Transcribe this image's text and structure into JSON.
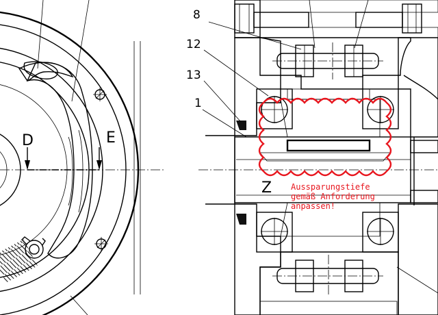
{
  "drawing": {
    "part_labels": {
      "label_8": "8",
      "label_12": "12",
      "label_13": "13",
      "label_1": "1"
    },
    "section_marks": {
      "d": "D",
      "e": "E",
      "z": "Z"
    },
    "markup_note": {
      "line1": "Aussparungstiefe",
      "line2": "gemäß Anforderung",
      "line3": "anpassen!",
      "color": "#e8161e"
    },
    "colors": {
      "ink": "#000000",
      "paper": "#ffffff",
      "markup": "#e8161e"
    }
  }
}
